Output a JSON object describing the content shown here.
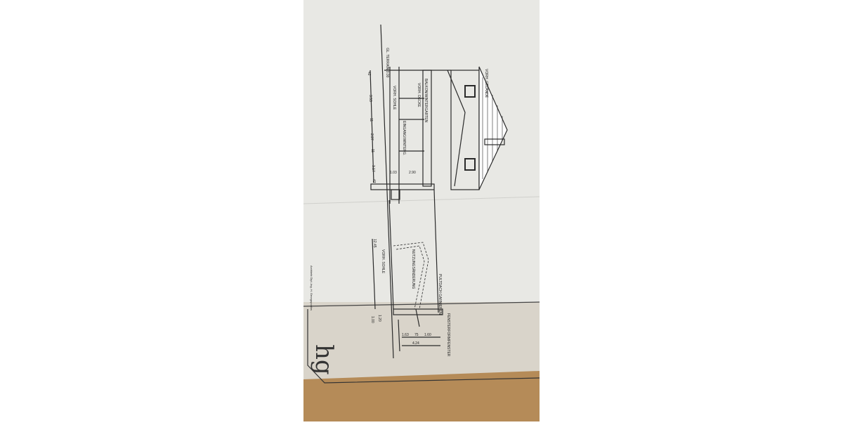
{
  "photo": {
    "colors": {
      "paper_top": "#e8e8e4",
      "paper_bottom": "#d9d4ca",
      "floor": "#b58b58",
      "ink": "#2a2a2a"
    },
    "labels": {
      "terrain_top": "GL. TERRAIN 0.00",
      "sohle": "VORH. SOHLE",
      "decke": "VORH. DECKE",
      "balkon": "BALKON/WINTERGARTEN",
      "eingang": "EINGANG/WINTERG.",
      "gelaende": "VORH. GELÄNDE",
      "sohle2": "VORH. SOHLE",
      "nutzung": "NUTZUNGSÄNDERUNG",
      "pultdach": "PULTDACH GARNIEREN",
      "fenster": "FENSTERFORMFENSTER"
    },
    "dimensions": [
      "42",
      "3.53",
      "11",
      "2.97",
      "11",
      "3.17",
      "42",
      "1.03",
      "2.90",
      "12.45",
      "1.63",
      "75",
      "1.60",
      "4.24",
      "1.00",
      "1.20"
    ],
    "handwriting": "hg",
    "stamp": "Architekt Dipl.-Ing. H. Georgopoulos"
  }
}
